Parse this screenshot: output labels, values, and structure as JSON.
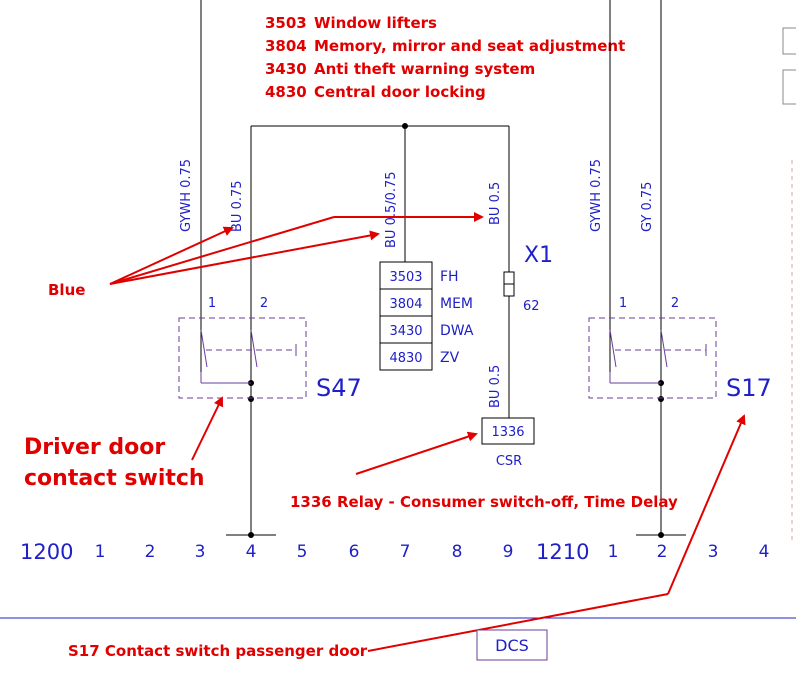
{
  "legend": [
    {
      "code": "3503",
      "text": "Window lifters"
    },
    {
      "code": "3804",
      "text": "Memory, mirror and seat adjustment"
    },
    {
      "code": "3430",
      "text": "Anti theft warning system"
    },
    {
      "code": "4830",
      "text": "Central door locking"
    }
  ],
  "wires": {
    "gywh_left": "GYWH 0.75",
    "bu_left": "BU 0.75",
    "bu_center": "BU 0.5/0.75",
    "bu_x1_top": "BU 0.5",
    "bu_x1_bottom": "BU 0.5",
    "gywh_right": "GYWH 0.75",
    "gy_right": "GY 0.75"
  },
  "connector_table": [
    {
      "code": "3503",
      "abbr": "FH"
    },
    {
      "code": "3804",
      "abbr": "MEM"
    },
    {
      "code": "3430",
      "abbr": "DWA"
    },
    {
      "code": "4830",
      "abbr": "ZV"
    }
  ],
  "connector": {
    "name": "X1",
    "pin": "62"
  },
  "relay": {
    "code": "1336",
    "label": "CSR"
  },
  "switch_left": {
    "name": "S47",
    "pin1": "1",
    "pin2": "2"
  },
  "switch_right": {
    "name": "S17",
    "pin1": "1",
    "pin2": "2"
  },
  "annotations": {
    "blue": "Blue",
    "driver_line1": "Driver door",
    "driver_line2": "contact switch",
    "relay_note": "1336 Relay - Consumer switch-off, Time Delay",
    "s17_note": "S17 Contact switch passenger door"
  },
  "grid_left": {
    "label": "1200",
    "cols": [
      "1",
      "2",
      "3",
      "4",
      "5",
      "6",
      "7",
      "8",
      "9"
    ]
  },
  "grid_right": {
    "label": "1210",
    "cols": [
      "1",
      "2",
      "3",
      "4"
    ]
  },
  "footer_label": "DCS",
  "colors": {
    "wire": "#000000",
    "annotation": "#e00000",
    "schematic": "#2020c8",
    "switch_box": "#6a3d9a"
  }
}
